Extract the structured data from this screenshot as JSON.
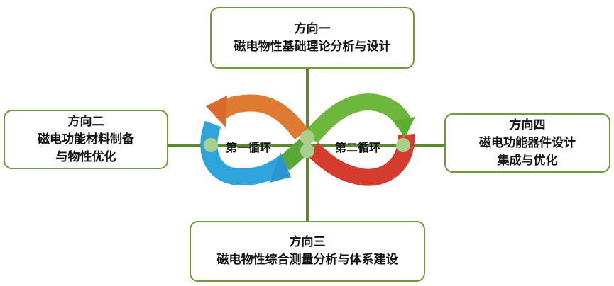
{
  "directions": [
    {
      "title": "方向一",
      "subtitle": "磁电物性基础理论分析与设计"
    },
    {
      "title": "方向二",
      "line1": "磁电功能材料制备",
      "line2": "与物性优化"
    },
    {
      "title": "方向三",
      "subtitle": "磁电物性综合测量分析与体系建设"
    },
    {
      "title": "方向四",
      "line1": "磁电功能器件设计",
      "line2": "集成与优化"
    }
  ],
  "loops": {
    "first": "第一循环",
    "second": "第二循环"
  },
  "colors": {
    "border": "#70983c",
    "connector": "#5b8a2e",
    "orange": "#e07a32",
    "blue": "#2ea3dc",
    "green": "#6cb83c",
    "red": "#d63c2e",
    "node": "#a8d08d"
  }
}
